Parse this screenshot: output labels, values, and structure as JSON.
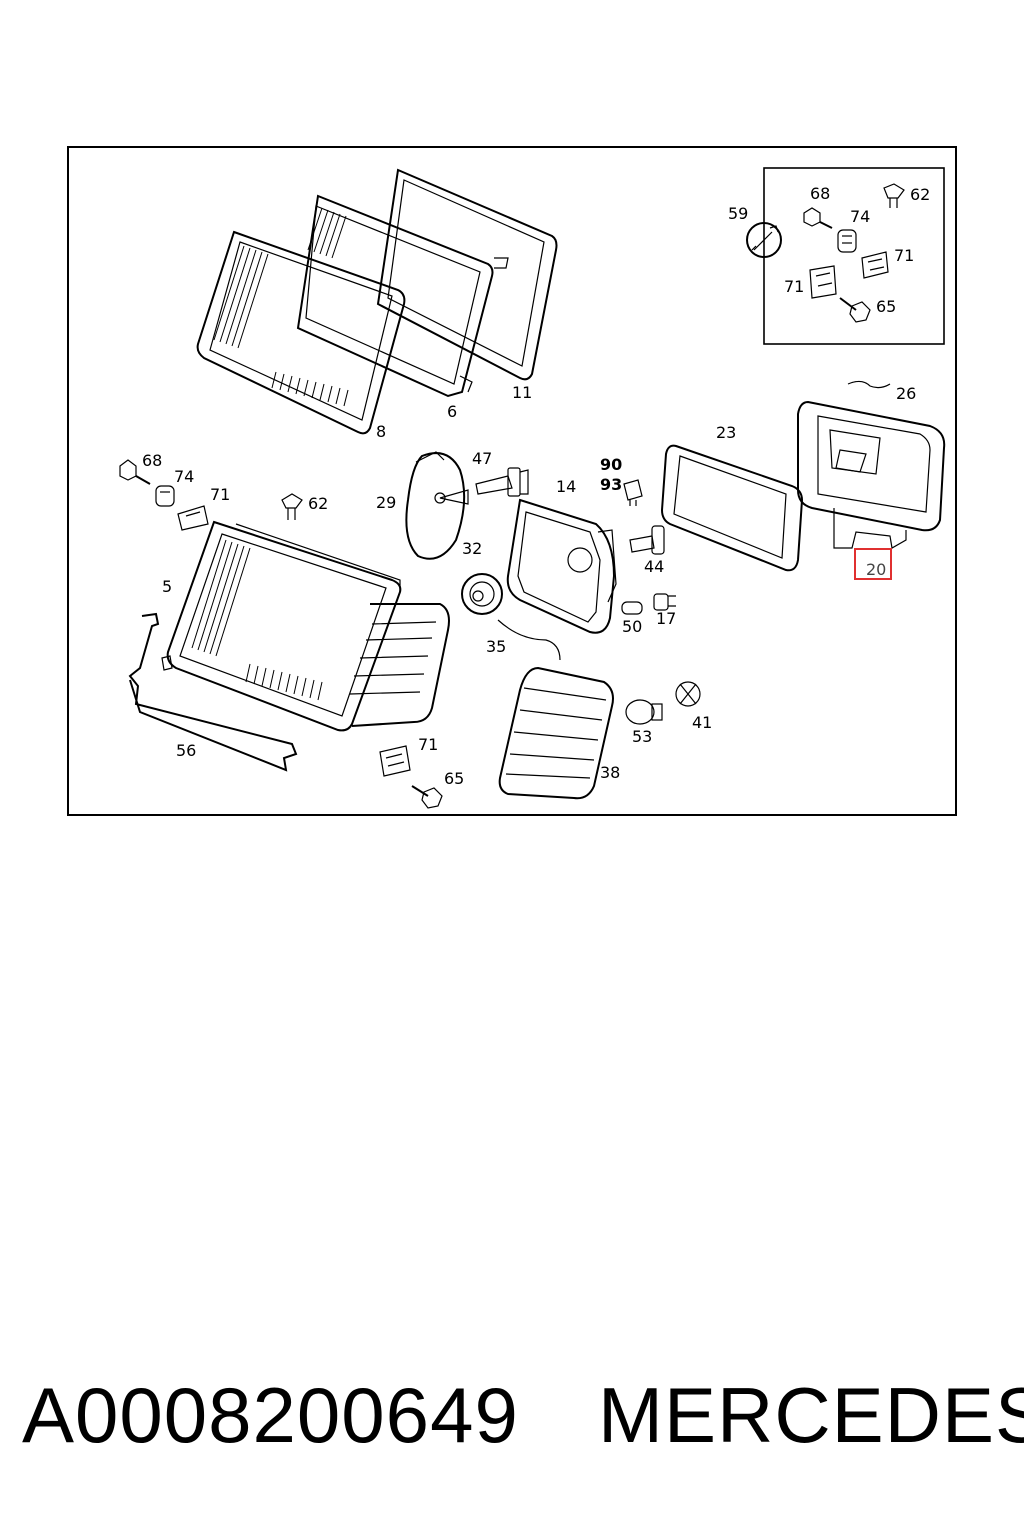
{
  "diagram": {
    "callouts": {
      "c59": "59",
      "c68a": "68",
      "c74a": "74",
      "c62a": "62",
      "c71a": "71",
      "c71b": "71",
      "c65a": "65",
      "c26": "26",
      "c11": "11",
      "c6": "6",
      "c8": "8",
      "c23": "23",
      "c20": "20",
      "c68b": "68",
      "c74b": "74",
      "c71c": "71",
      "c62b": "62",
      "c47": "47",
      "c29": "29",
      "c14": "14",
      "c90": "90",
      "c93": "93",
      "c32": "32",
      "c44": "44",
      "c5": "5",
      "c50": "50",
      "c17": "17",
      "c35": "35",
      "c56": "56",
      "c71d": "71",
      "c53": "53",
      "c41": "41",
      "c65b": "65",
      "c38": "38"
    },
    "highlighted_callout": "20",
    "highlight_color": "#e03030"
  },
  "caption": {
    "part_number": "A0008200649",
    "brand": "MERCEDES"
  }
}
